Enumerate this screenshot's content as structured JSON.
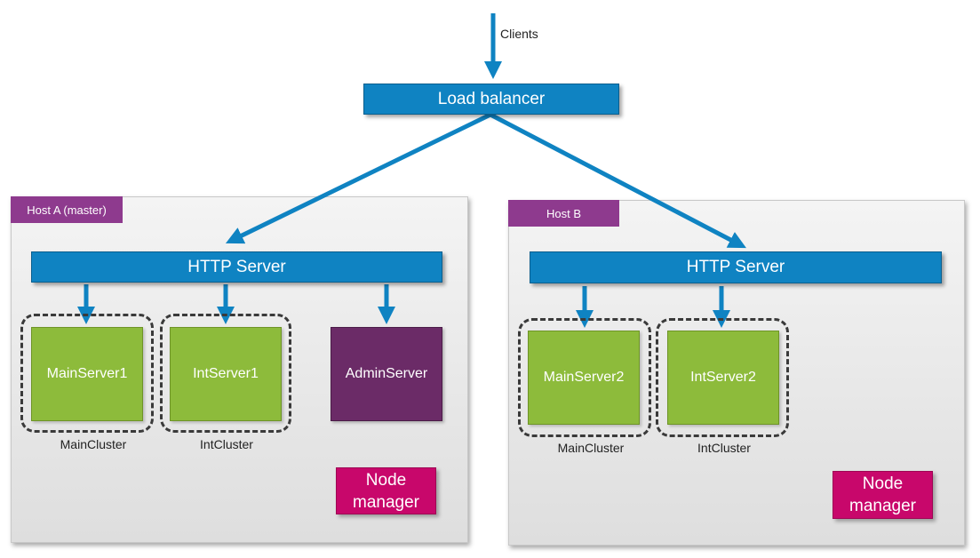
{
  "clients_label": "Clients",
  "load_balancer": "Load balancer",
  "hosts": [
    {
      "tag": "Host A (master)",
      "http_server": "HTTP Server",
      "servers": [
        "MainServer1",
        "IntServer1",
        "AdminServer"
      ],
      "clusters": [
        "MainCluster",
        "IntCluster"
      ],
      "node_manager": "Node manager"
    },
    {
      "tag": "Host B",
      "http_server": "HTTP Server",
      "servers": [
        "MainServer2",
        "IntServer2"
      ],
      "clusters": [
        "MainCluster",
        "IntCluster"
      ],
      "node_manager": "Node manager"
    }
  ],
  "colors": {
    "blue": "#0f83c2",
    "green": "#8dbb3b",
    "purple": "#6b2b67",
    "host_tag": "#8e3a8e",
    "node_manager": "#c8076b"
  }
}
